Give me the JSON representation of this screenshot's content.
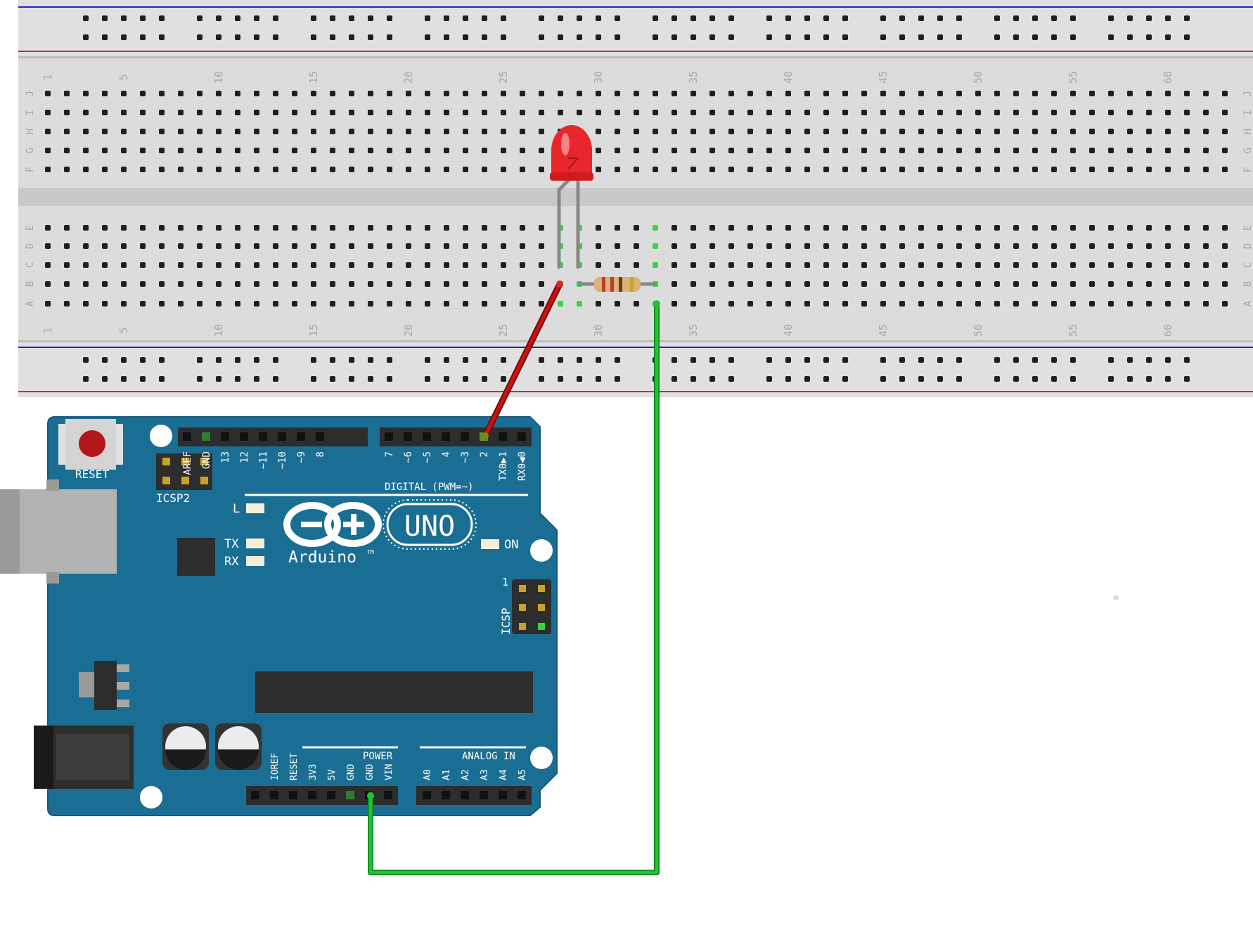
{
  "breadboard": {
    "row_letters_top": [
      "J",
      "I",
      "H",
      "G",
      "F"
    ],
    "row_letters_bottom": [
      "E",
      "D",
      "C",
      "B",
      "A"
    ],
    "column_numbers": [
      "1",
      "5",
      "10",
      "15",
      "20",
      "25",
      "30",
      "35",
      "40",
      "45",
      "50",
      "55",
      "60"
    ],
    "column_count": 63,
    "rail_groups": 10
  },
  "arduino": {
    "board_model": "UNO",
    "brand": "Arduino",
    "trademark": "TM",
    "reset_label": "RESET",
    "icsp2_label": "ICSP2",
    "icsp_label": "ICSP",
    "icsp_pin1": "1",
    "digital_header_label": "DIGITAL (PWM=~)",
    "digital_pins_left": [
      "AREF",
      "GND",
      "13",
      "12",
      "~11",
      "~10",
      "~9",
      "8"
    ],
    "digital_pins_right": [
      "7",
      "~6",
      "~5",
      "4",
      "~3",
      "2",
      "TX0▶1",
      "RX0◀0"
    ],
    "led_l": "L",
    "led_tx": "TX",
    "led_rx": "RX",
    "led_on": "ON",
    "power_header_label": "POWER",
    "analog_header_label": "ANALOG IN",
    "power_pins": [
      "IOREF",
      "RESET",
      "3V3",
      "5V",
      "GND",
      "GND",
      "VIN"
    ],
    "analog_pins": [
      "A0",
      "A1",
      "A2",
      "A3",
      "A4",
      "A5"
    ]
  },
  "components": {
    "led": {
      "name": "LED",
      "color": "#e8262b",
      "columns": [
        28,
        29
      ],
      "row_band": "E"
    },
    "resistor": {
      "name": "resistor",
      "from_column": 29,
      "to_column": 33,
      "row": "B",
      "bands": [
        "#c0392b",
        "#c0392b",
        "#6b3a1c",
        "#c9a227"
      ]
    }
  },
  "wires": [
    {
      "name": "signal-wire",
      "color": "#cc1111",
      "from": "Arduino pin 2",
      "to": "breadboard column 28 row B"
    },
    {
      "name": "ground-wire",
      "color": "#1fc433",
      "from": "Arduino GND",
      "to": "breadboard column 33 row A"
    }
  ],
  "colors": {
    "breadboard": "#dcdcdc",
    "board": "#1b6e93",
    "rail_red": "#e3212a",
    "rail_blue": "#2424c8",
    "highlight_hole": "#36d63e"
  }
}
